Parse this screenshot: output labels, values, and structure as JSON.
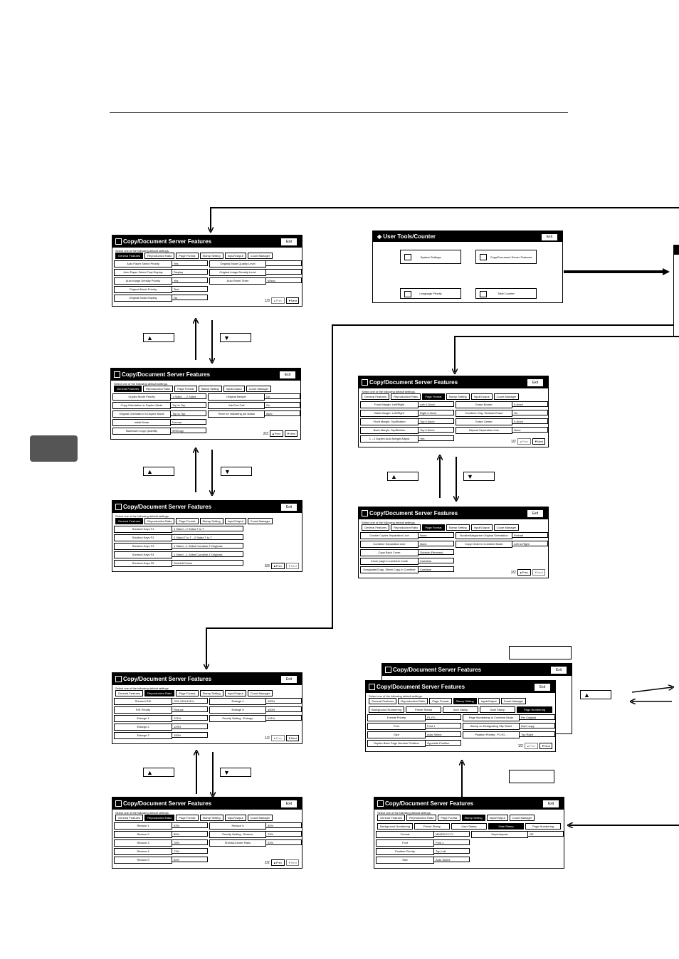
{
  "screens": {
    "l1": {
      "title": "Copy/Document Server Features",
      "exit": "Exit",
      "sub": "Select one of the following default settings.",
      "tabs": [
        "General Features",
        "Reproduction Ratio",
        "Page Format",
        "Stamp Setting",
        "Input/Output",
        "Count Manager"
      ],
      "rows": [
        [
          "Auto Paper Select Priority",
          "Yes"
        ],
        [
          "Auto Paper Select Tray Display",
          "Display"
        ],
        [
          "Auto Image Density Priority",
          "Yes"
        ],
        [
          "Original Mode Priority",
          "Text"
        ],
        [
          "Original Mode Display",
          "No"
        ],
        [
          "Original Mode Quality Level",
          ""
        ],
        [
          "Original Image Density Level",
          ""
        ],
        [
          "Auto Reset Timer",
          "60sec."
        ]
      ],
      "page": "1/3",
      "prev": "▲Prev.",
      "next": "▼Next"
    },
    "l2": {
      "title": "Copy/Document Server Features",
      "exit": "Exit",
      "sub": "Select one of the following default settings.",
      "tabs": [
        "General Features",
        "Reproduction Ratio",
        "Page Format",
        "Stamp Setting",
        "Input/Output",
        "Count Manager"
      ],
      "rows": [
        [
          "Duplex Mode Priority",
          "1 Sided → 2 Sided"
        ],
        [
          "Copy Orientation in Duplex Mode",
          "Top to Top"
        ],
        [
          "Original Orientation in Duplex Mode",
          "Top to Top"
        ],
        [
          "Initial Mode",
          "Normal"
        ],
        [
          "Maximum Copy Quantity",
          "999Copy"
        ],
        [
          "Original Beeper",
          "On"
        ],
        [
          "Job End Call",
          "On"
        ],
        [
          "Timer for indicating job status",
          "5sec."
        ]
      ],
      "page": "2/3",
      "prev": "▲Prev.",
      "next": "▼Next"
    },
    "l3": {
      "title": "Copy/Document Server Features",
      "exit": "Exit",
      "sub": "Select one of the following default settings.",
      "tabs": [
        "General Features",
        "Reproduction Ratio",
        "Page Format",
        "Stamp Setting",
        "Input/Output",
        "Count Manager"
      ],
      "rows": [
        [
          "Shortcut Keys F1",
          "1 Sided→2 Sided T to T"
        ],
        [
          "Shortcut Keys F2",
          "2 Sided T to T→2 Sided T to T"
        ],
        [
          "Shortcut Keys F3",
          "1 Sided→1 Sided Combine 2 Originals"
        ],
        [
          "Shortcut Keys F4",
          "1 Sided→1 Sided Combine 4 Originals"
        ],
        [
          "Shortcut Keys F5",
          "Shrink&Center"
        ]
      ],
      "page": "3/3",
      "prev": "▲Prev.",
      "next": "▼Next"
    },
    "l4": {
      "title": "Copy/Document Server Features",
      "exit": "Exit",
      "sub": "Select one of the following default settings.",
      "tabs": [
        "General Features",
        "Reproduction Ratio",
        "Page Format",
        "Stamp Setting",
        "Input/Output",
        "Count Manager"
      ],
      "rows": [
        [
          "Shortcut R/E",
          "70% 93%/141%"
        ],
        [
          "R/E Priority",
          "Reduce"
        ],
        [
          "Enlarge 1",
          "121%"
        ],
        [
          "Enlarge 2",
          "129%"
        ],
        [
          "Enlarge 3",
          "155%"
        ],
        [
          "Enlarge 4",
          "200%"
        ],
        [
          "Enlarge 5",
          "400%"
        ],
        [
          "Priority Setting : Enlarge",
          "121%"
        ]
      ],
      "page": "1/2",
      "prev": "▲Prev.",
      "next": "▼Next"
    },
    "l5": {
      "title": "Copy/Document Server Features",
      "exit": "Exit",
      "sub": "Select one of the following default settings.",
      "tabs": [
        "General Features",
        "Reproduction Ratio",
        "Page Format",
        "Stamp Setting",
        "Input/Output",
        "Count Manager"
      ],
      "rows": [
        [
          "Reduce 1",
          "93%"
        ],
        [
          "Reduce 2",
          "85%"
        ],
        [
          "Reduce 3",
          "78%"
        ],
        [
          "Reduce 4",
          "73%"
        ],
        [
          "Reduce 5",
          "65%"
        ],
        [
          "Reduce 6",
          "50%"
        ],
        [
          "Priority Setting : Reduce",
          "73%"
        ],
        [
          "Shrink&Center Ratio",
          "93%"
        ]
      ],
      "page": "2/2",
      "prev": "▲Prev.",
      "next": "▼Next"
    },
    "r1": {
      "title": "Copy/Document Server Features",
      "exit": "Exit",
      "sub": "Select one of the following default settings.",
      "tabs": [
        "General Features",
        "Reproduction Ratio",
        "Page Format",
        "Stamp Setting",
        "Input/Output",
        "Count Manager"
      ],
      "rows": [
        [
          "Front Margin: Left/Right",
          "Left 0.2inch"
        ],
        [
          "Back Margin: Left/Right",
          "Right 0.2inch"
        ],
        [
          "Front Margin: Top/Bottom",
          "Top 0.0inch"
        ],
        [
          "Back Margin: Top/Bottom",
          "Top 0.0inch"
        ],
        [
          "1→2 Duplex Auto Margin Adjust",
          "Yes"
        ],
        [
          "Erase Border",
          "0.4inch"
        ],
        [
          "Combine Orig. Shadow Erase",
          "On"
        ],
        [
          "Erase Center",
          "0.4inch"
        ],
        [
          "Repeat Separation Line",
          "None"
        ]
      ],
      "page": "1/2",
      "prev": "▲Prev.",
      "next": "▼Next"
    },
    "r2": {
      "title": "Copy/Document Server Features",
      "exit": "Exit",
      "sub": "Select one of the following default settings.",
      "tabs": [
        "General Features",
        "Reproduction Ratio",
        "Page Format",
        "Stamp Setting",
        "Input/Output",
        "Count Manager"
      ],
      "rows": [
        [
          "Double Copies Separation Line",
          "None"
        ],
        [
          "Combine Separation Line",
          "None"
        ],
        [
          "Copy Back Cover",
          "Outside (Reverse)"
        ],
        [
          "Cover page in combine mode",
          "Combine"
        ],
        [
          "Designate/Chap. Sheet Copy in Combine",
          "Combine"
        ],
        [
          "Booklet/Magazine Original Orientation",
          "Portrait"
        ],
        [
          "Copy Order in Combine Mode",
          "Left to Right"
        ]
      ],
      "page": "2/2",
      "prev": "▲Prev.",
      "next": "▼Next"
    },
    "r3b": {
      "title": "Copy/Document Server Features",
      "exit": "Exit"
    },
    "r3": {
      "title": "Copy/Document Server Features",
      "exit": "Exit",
      "sub": "Select one of the following default settings.",
      "tabs": [
        "General Features",
        "Reproduction Ratio",
        "Page Format",
        "Stamp Setting",
        "Input/Output",
        "Count Manager"
      ],
      "subtabs": [
        "Background Numbering",
        "Preset Stamp",
        "User Stamp",
        "Date Stamp",
        "Page Numbering"
      ],
      "rows": [
        [
          "Format Priority",
          "P1,P2..."
        ],
        [
          "Font",
          "Font 1"
        ],
        [
          "Size",
          "Auto Select"
        ],
        [
          "Duplex Back Page Number Position",
          "Opposite Position"
        ],
        [
          "Page Numbering in Combine Mode",
          "Per Original"
        ],
        [
          "Stamp on Designating Slip Sheet",
          "Don't copy"
        ],
        [
          "Position Priority : P1,P2...",
          "Top Right"
        ]
      ],
      "page": "1/2",
      "prev": "▲Prev.",
      "next": "▼Next"
    },
    "r4": {
      "title": "Copy/Document Server Features",
      "exit": "Exit",
      "sub": "Select one of the following default settings.",
      "tabs": [
        "General Features",
        "Reproduction Ratio",
        "Page Format",
        "Stamp Setting",
        "Input/Output",
        "Count Manager"
      ],
      "subtabs": [
        "Background Numbering",
        "Preset Stamp",
        "User Stamp",
        "Date Stamp",
        "Page Numbering"
      ],
      "rows": [
        [
          "Format",
          "MM/DD/YYYY"
        ],
        [
          "Font",
          "Font 1"
        ],
        [
          "Position Priority",
          "Top Left"
        ],
        [
          "Size",
          "Auto Select"
        ],
        [
          "Superimpose",
          "Off"
        ]
      ]
    }
  },
  "usertools": {
    "title": "User Tools/Counter",
    "exit": "Exit",
    "system": "System Settings",
    "copydoc": "Copy/Document Server Features",
    "language": "Language Priority",
    "counter": "Total Counter"
  },
  "keys": {
    "up": "▲",
    "down": "▼"
  }
}
